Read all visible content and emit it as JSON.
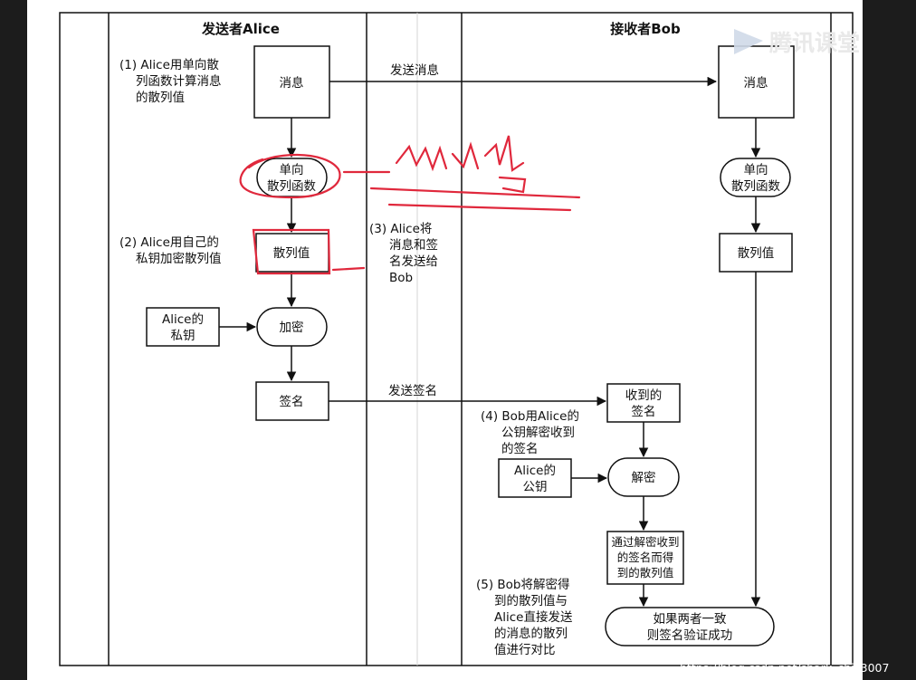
{
  "lanes": {
    "sender_title": "发送者Alice",
    "receiver_title": "接收者Bob"
  },
  "alice": {
    "message_box": "消息",
    "hash_fn": [
      "单向",
      "散列函数"
    ],
    "hash_value": "散列值",
    "private_key": [
      "Alice的",
      "私钥"
    ],
    "encrypt": "加密",
    "signature": "签名"
  },
  "bob": {
    "message_box": "消息",
    "hash_fn": [
      "单向",
      "散列函数"
    ],
    "hash_value": "散列值",
    "received_sig": [
      "收到的",
      "签名"
    ],
    "public_key": [
      "Alice的",
      "公钥"
    ],
    "decrypt": "解密",
    "decrypted_hash": [
      "通过解密收到",
      "的签名而得",
      "到的散列值"
    ],
    "result": [
      "如果两者一致",
      "则签名验证成功"
    ]
  },
  "steps": {
    "step1": [
      "(1) Alice用单向散",
      "列函数计算消息",
      "的散列值"
    ],
    "step2": [
      "(2) Alice用自己的",
      "私钥加密散列值"
    ],
    "step3": [
      "(3) Alice将",
      "消息和签",
      "名发送给",
      "Bob"
    ],
    "step4": [
      "(4) Bob用Alice的",
      "公钥解密收到",
      "的签名"
    ],
    "step5": [
      "(5) Bob将解密得",
      "到的散列值与",
      "Alice直接发送",
      "的消息的散列",
      "值进行对比"
    ]
  },
  "arrows": {
    "send_message": "发送消息",
    "send_signature": "发送签名"
  },
  "watermark": {
    "brand": "腾讯课堂",
    "icon": "play-icon",
    "url": "https://blog.csdn.net/shark_chili3007"
  },
  "colors": {
    "annotation": "#e0283c",
    "frame": "#1c1c1c",
    "ink": "#111111"
  }
}
